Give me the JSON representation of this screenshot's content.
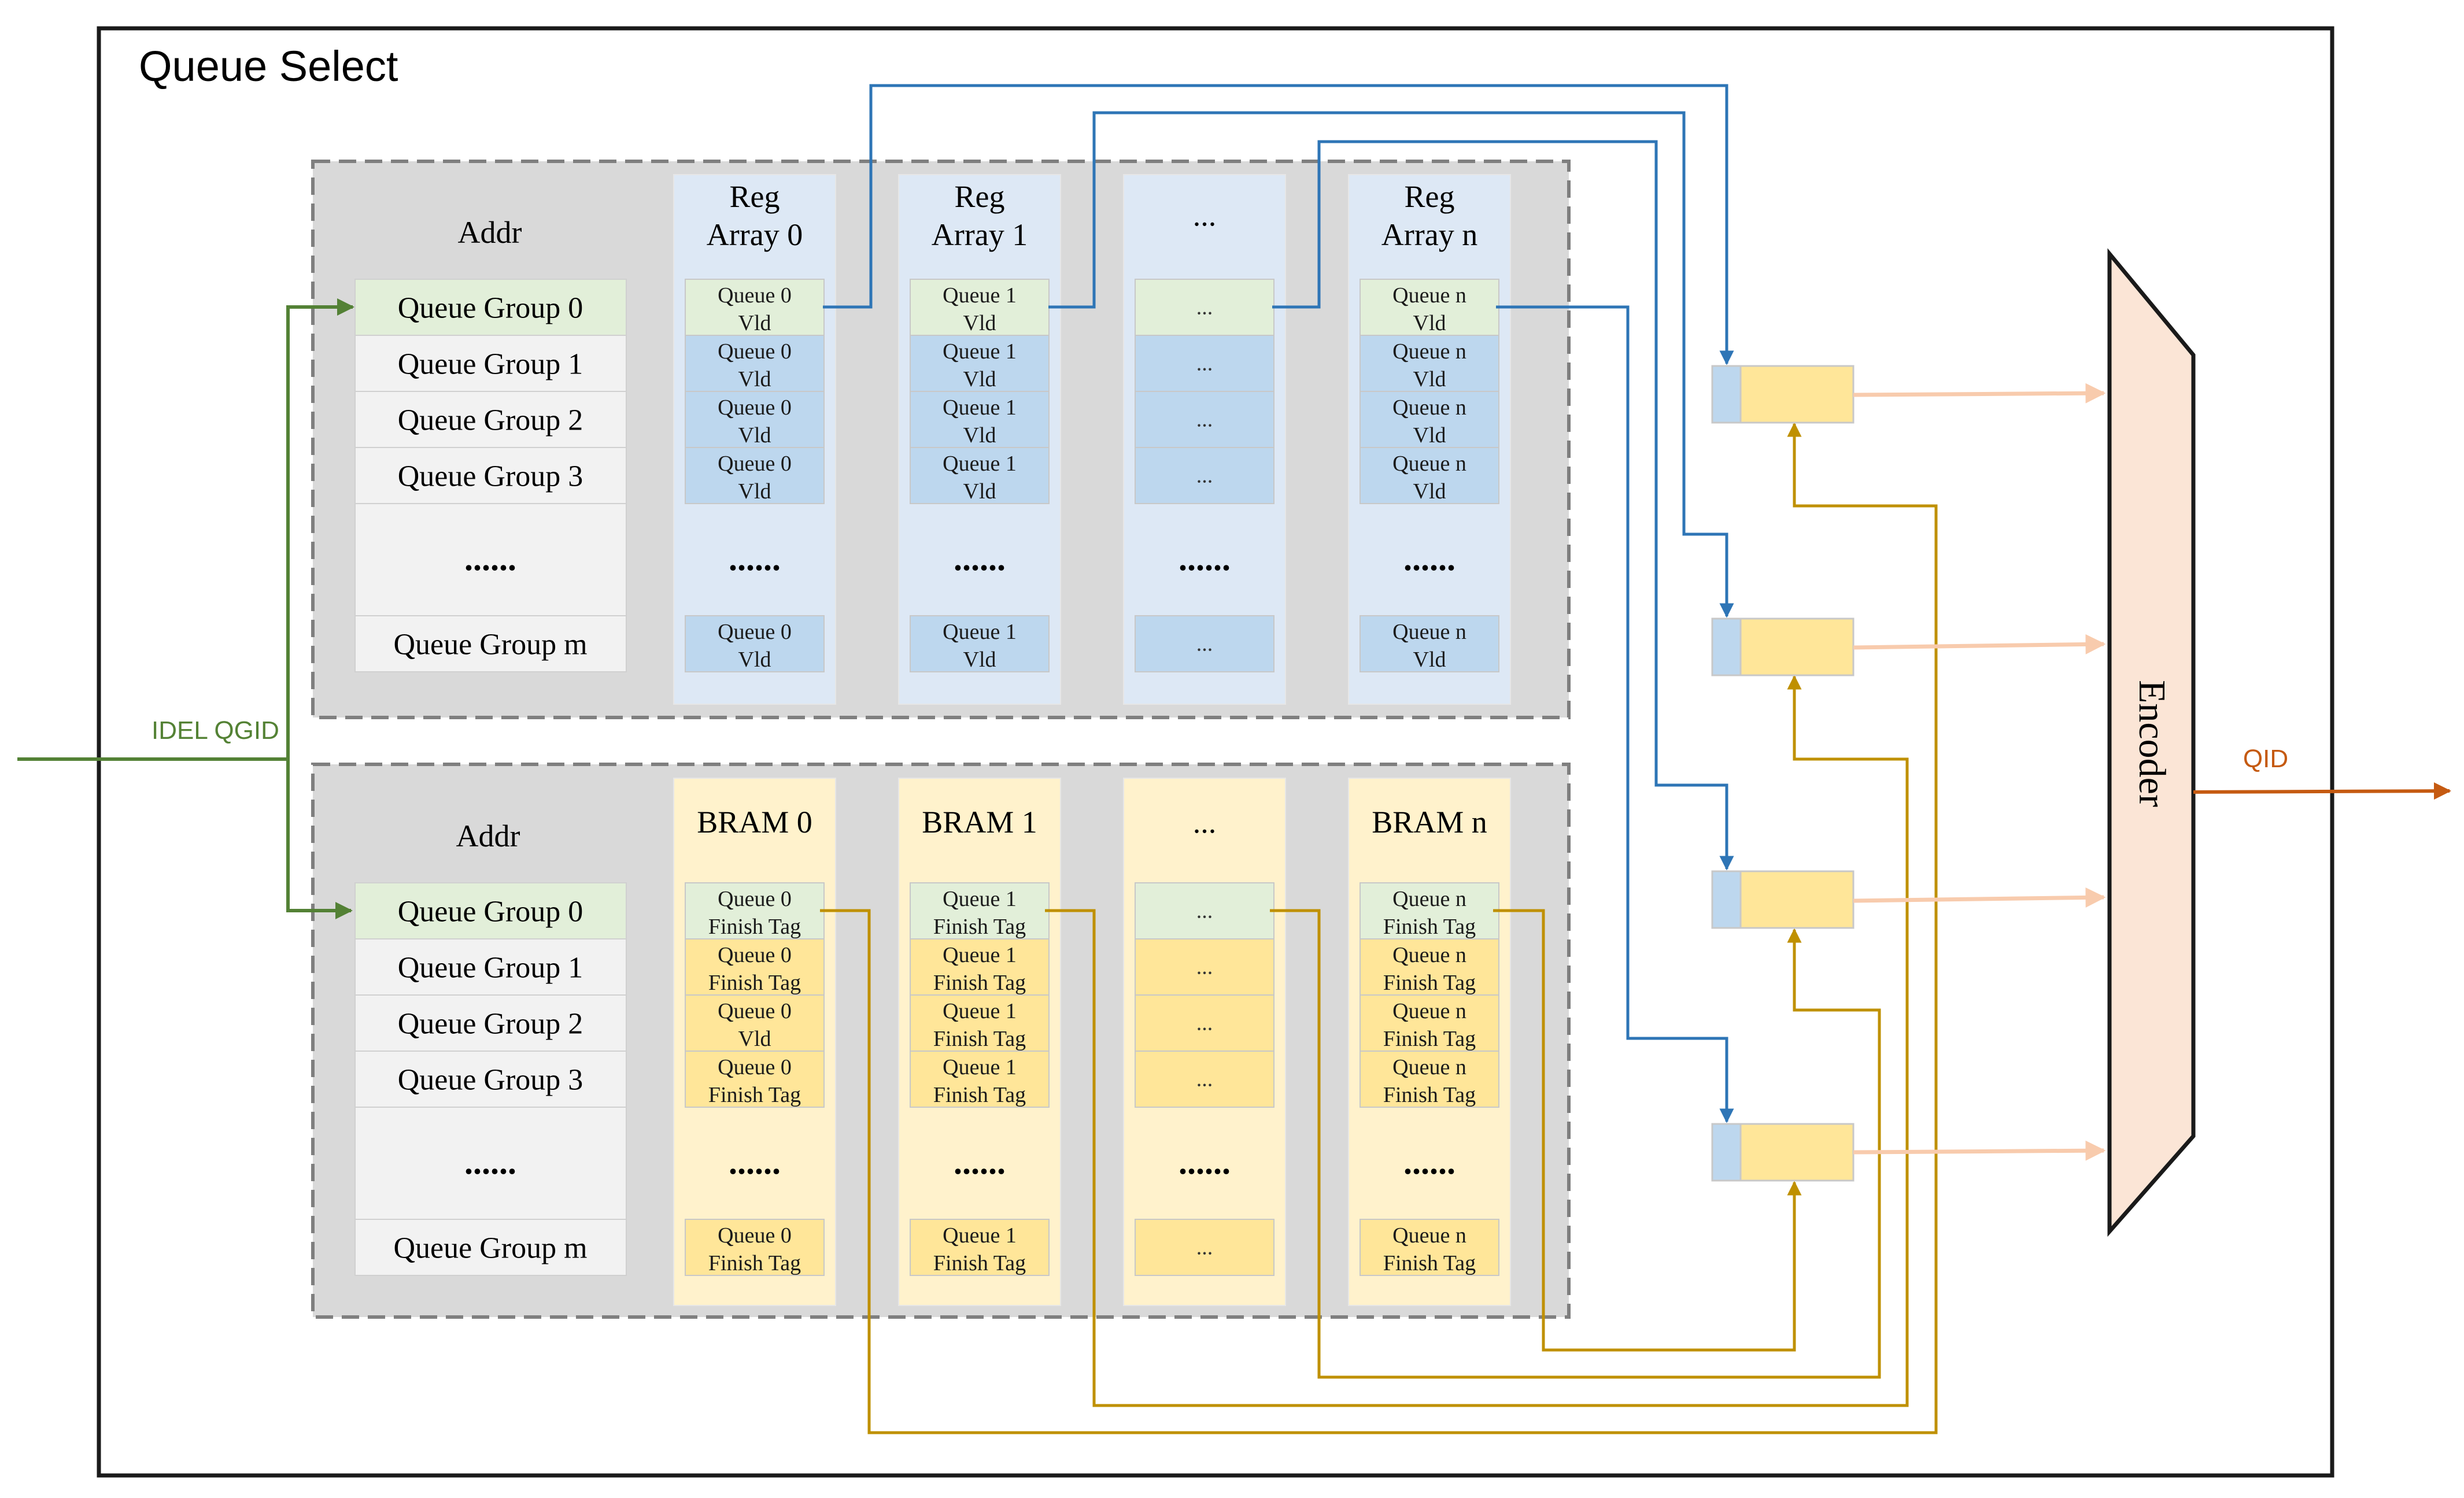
{
  "title": "Queue Select",
  "input_label": "IDEL QGID",
  "output_label": "QID",
  "encoder_label": "Encoder",
  "reg_block": {
    "addr_header": "Addr",
    "addr_rows": [
      "Queue Group 0",
      "Queue Group 1",
      "Queue Group 2",
      "Queue Group 3",
      "......",
      "Queue Group m"
    ],
    "columns": [
      {
        "header": [
          "Reg",
          "Array 0"
        ],
        "cells": [
          [
            "Queue 0",
            "Vld"
          ],
          [
            "Queue 0",
            "Vld"
          ],
          [
            "Queue 0",
            "Vld"
          ],
          [
            "Queue 0",
            "Vld"
          ],
          [
            "......"
          ],
          [
            "Queue 0",
            "Vld"
          ]
        ]
      },
      {
        "header": [
          "Reg",
          "Array 1"
        ],
        "cells": [
          [
            "Queue 1",
            "Vld"
          ],
          [
            "Queue 1",
            "Vld"
          ],
          [
            "Queue 1",
            "Vld"
          ],
          [
            "Queue 1",
            "Vld"
          ],
          [
            "......"
          ],
          [
            "Queue 1",
            "Vld"
          ]
        ]
      },
      {
        "header": [
          "..."
        ],
        "cells": [
          [
            "..."
          ],
          [
            "..."
          ],
          [
            "..."
          ],
          [
            "..."
          ],
          [
            "......"
          ],
          [
            "..."
          ]
        ]
      },
      {
        "header": [
          "Reg",
          "Array n"
        ],
        "cells": [
          [
            "Queue n",
            "Vld"
          ],
          [
            "Queue n",
            "Vld"
          ],
          [
            "Queue n",
            "Vld"
          ],
          [
            "Queue n",
            "Vld"
          ],
          [
            "......"
          ],
          [
            "Queue n",
            "Vld"
          ]
        ]
      }
    ]
  },
  "bram_block": {
    "addr_header": "Addr",
    "addr_rows": [
      "Queue Group 0",
      "Queue Group 1",
      "Queue Group 2",
      "Queue Group 3",
      "......",
      "Queue Group m"
    ],
    "columns": [
      {
        "header": [
          "BRAM 0"
        ],
        "cells": [
          [
            "Queue 0",
            "Finish Tag"
          ],
          [
            "Queue 0",
            "Finish Tag"
          ],
          [
            "Queue 0",
            "Vld"
          ],
          [
            "Queue 0",
            "Finish Tag"
          ],
          [
            "......"
          ],
          [
            "Queue 0",
            "Finish Tag"
          ]
        ]
      },
      {
        "header": [
          "BRAM 1"
        ],
        "cells": [
          [
            "Queue 1",
            "Finish Tag"
          ],
          [
            "Queue 1",
            "Finish Tag"
          ],
          [
            "Queue 1",
            "Finish Tag"
          ],
          [
            "Queue 1",
            "Finish Tag"
          ],
          [
            "......"
          ],
          [
            "Queue 1",
            "Finish Tag"
          ]
        ]
      },
      {
        "header": [
          "..."
        ],
        "cells": [
          [
            "..."
          ],
          [
            "..."
          ],
          [
            "..."
          ],
          [
            "..."
          ],
          [
            "......"
          ],
          [
            "..."
          ]
        ]
      },
      {
        "header": [
          "BRAM n"
        ],
        "cells": [
          [
            "Queue n",
            "Finish Tag"
          ],
          [
            "Queue n",
            "Finish Tag"
          ],
          [
            "Queue n",
            "Finish Tag"
          ],
          [
            "Queue n",
            "Finish Tag"
          ],
          [
            "......"
          ],
          [
            "Queue n",
            "Finish Tag"
          ]
        ]
      }
    ]
  },
  "colors": {
    "outer_border": "#1a1a1a",
    "group_bg": "#d9d9d9",
    "group_border": "#7f7f7f",
    "addr_cell": "#f2f2f2",
    "addr_selected": "#e2efd9",
    "reg_column_bg": "#dde8f5",
    "reg_cell": "#bdd7ee",
    "bram_column_bg": "#fff2cc",
    "bram_cell": "#ffe699",
    "highlight_cell": "#e2efd9",
    "blue_wire": "#2e75b6",
    "gold_wire": "#bf9000",
    "green_wire": "#538135",
    "green_text": "#548235",
    "peach_arrow": "#f8cbad",
    "encoder_fill": "#fbe5d6",
    "output_orange": "#c55a11",
    "text": "#000000"
  }
}
